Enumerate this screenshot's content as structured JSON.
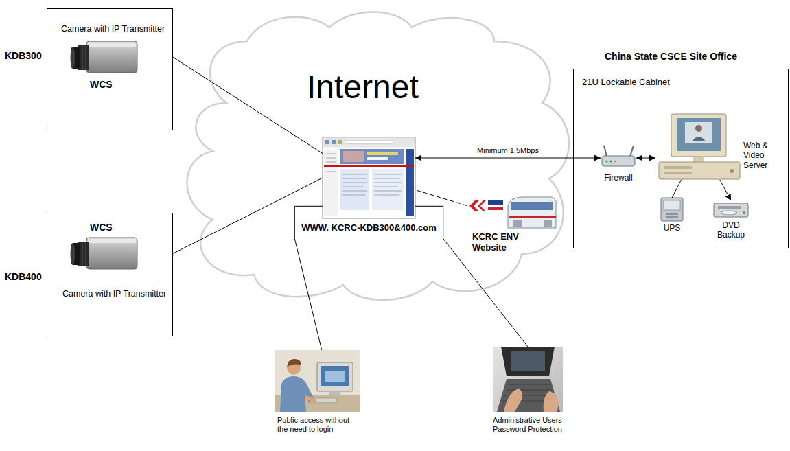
{
  "diagram": {
    "nodes": [
      {
        "text": [
          "KDB300",
          "Camera with IP Transmitter",
          "WCS"
        ]
      },
      {
        "text": [
          "KDB400",
          "WCS",
          "Camera with IP Transmitter"
        ]
      },
      {
        "text": [
          "WWW. KCRC-KDB300&400.com"
        ]
      },
      {
        "text": [
          "KCRC ENV Website"
        ]
      },
      {
        "text": [
          "China State CSCE Site Office",
          "21U Lockable Cabinet"
        ]
      },
      {
        "text": [
          "Firewall"
        ],
        "in": 4
      },
      {
        "text": [
          "Web & Video Server"
        ],
        "in": 4
      },
      {
        "text": [
          "UPS"
        ],
        "in": 4
      },
      {
        "text": [
          "DVD Backup"
        ],
        "in": 4
      },
      {
        "text": [
          "Public access without the need to login"
        ]
      },
      {
        "text": [
          "Administrative Users Password Protection"
        ]
      }
    ],
    "edges": [
      {
        "from": 0,
        "to": 2,
        "arrow": "none"
      },
      {
        "from": 1,
        "to": 2,
        "arrow": "none"
      },
      {
        "from": 3,
        "to": 2,
        "arrow": "none"
      },
      {
        "from": 2,
        "to": 5,
        "label": "Minimum 1.5Mbps",
        "arrow": "both"
      },
      {
        "from": 5,
        "to": 6,
        "arrow": "both"
      },
      {
        "from": 6,
        "to": 7,
        "arrow": "none"
      },
      {
        "from": 6,
        "to": 8,
        "arrow": "to"
      },
      {
        "from": 2,
        "to": 9,
        "arrow": "none"
      },
      {
        "from": 2,
        "to": 10,
        "arrow": "none"
      }
    ],
    "labels": [
      "Internet"
    ]
  }
}
